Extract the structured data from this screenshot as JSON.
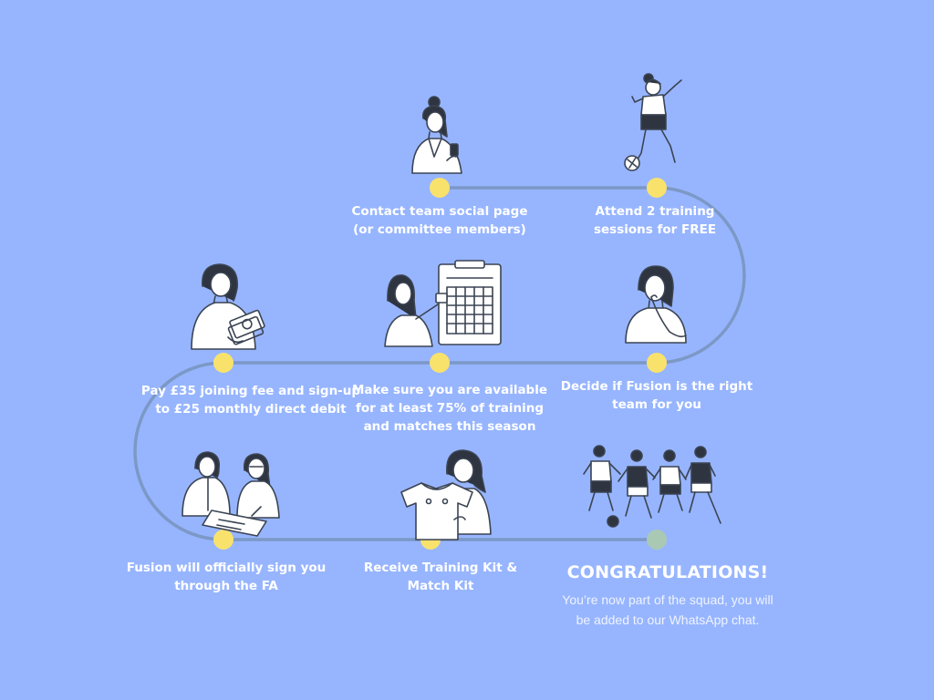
{
  "colors": {
    "background": "#97b5ff",
    "path": "#7c98c6",
    "dot": "#f9e26c",
    "dot_final": "#a9c9b4",
    "text": "#ffffff",
    "ink": "#3b4453"
  },
  "steps": [
    {
      "lines": [
        "Contact team social page",
        "(or committee members)"
      ],
      "illustration": "woman-with-phone-icon"
    },
    {
      "lines": [
        "Attend 2 training",
        "sessions for FREE"
      ],
      "illustration": "girl-kicking-ball-icon"
    },
    {
      "lines": [
        "Decide if Fusion is the right",
        "team for you"
      ],
      "illustration": "thinking-woman-icon"
    },
    {
      "lines": [
        "Make sure you are available",
        "for at least 75% of training",
        "and matches this season"
      ],
      "illustration": "woman-with-calendar-icon"
    },
    {
      "lines": [
        "Pay £35 joining fee and sign-up",
        "to £25 monthly direct debit"
      ],
      "illustration": "woman-with-money-icon"
    },
    {
      "lines": [
        "Fusion will officially sign you",
        "through the FA"
      ],
      "illustration": "people-signing-document-icon"
    },
    {
      "lines": [
        "Receive Training Kit &",
        "Match Kit"
      ],
      "illustration": "woman-holding-kit-icon"
    }
  ],
  "final": {
    "title": "CONGRATULATIONS!",
    "lines": [
      "You’re now part of the squad, you will",
      "be added to our WhatsApp chat."
    ],
    "illustration": "team-players-icon"
  }
}
